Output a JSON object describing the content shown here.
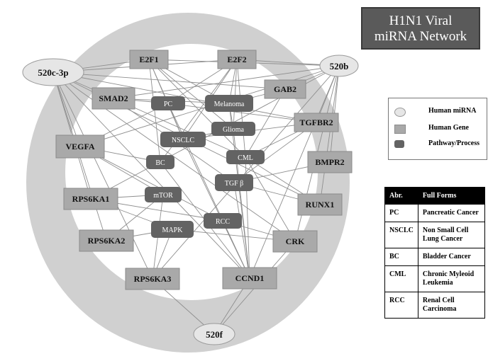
{
  "title": {
    "line1": "H1N1 Viral",
    "line2": "miRNA Network"
  },
  "mirnas": [
    {
      "id": "m1",
      "label": "520c-3p"
    },
    {
      "id": "m2",
      "label": "520b"
    },
    {
      "id": "m3",
      "label": "520f"
    }
  ],
  "genes": [
    {
      "id": "E2F1",
      "label": "E2F1"
    },
    {
      "id": "E2F2",
      "label": "E2F2"
    },
    {
      "id": "SMAD2",
      "label": "SMAD2"
    },
    {
      "id": "GAB2",
      "label": "GAB2"
    },
    {
      "id": "TGFBR2",
      "label": "TGFBR2"
    },
    {
      "id": "VEGFA",
      "label": "VEGFA"
    },
    {
      "id": "BMPR2",
      "label": "BMPR2"
    },
    {
      "id": "RPS6KA1",
      "label": "RPS6KA1"
    },
    {
      "id": "RUNX1",
      "label": "RUNX1"
    },
    {
      "id": "RPS6KA2",
      "label": "RPS6KA2"
    },
    {
      "id": "CRK",
      "label": "CRK"
    },
    {
      "id": "RPS6KA3",
      "label": "RPS6KA3"
    },
    {
      "id": "CCND1",
      "label": "CCND1"
    }
  ],
  "pathways": [
    {
      "id": "PC",
      "label": "PC"
    },
    {
      "id": "Melanoma",
      "label": "Melanoma"
    },
    {
      "id": "Glioma",
      "label": "Glioma"
    },
    {
      "id": "NSCLC",
      "label": "NSCLC"
    },
    {
      "id": "CML",
      "label": "CML"
    },
    {
      "id": "BC",
      "label": "BC"
    },
    {
      "id": "TGFb",
      "label": "TGF β"
    },
    {
      "id": "mTOR",
      "label": "mTOR"
    },
    {
      "id": "RCC",
      "label": "RCC"
    },
    {
      "id": "MAPK",
      "label": "MAPK"
    }
  ],
  "edges": [
    [
      "m1",
      "E2F1"
    ],
    [
      "m1",
      "E2F2"
    ],
    [
      "m1",
      "SMAD2"
    ],
    [
      "m1",
      "VEGFA"
    ],
    [
      "m1",
      "RPS6KA1"
    ],
    [
      "m1",
      "RPS6KA2"
    ],
    [
      "m1",
      "RPS6KA3"
    ],
    [
      "m1",
      "CCND1"
    ],
    [
      "m1",
      "TGFBR2"
    ],
    [
      "m1",
      "GAB2"
    ],
    [
      "m1",
      "CRK"
    ],
    [
      "m1",
      "RUNX1"
    ],
    [
      "m2",
      "E2F2"
    ],
    [
      "m2",
      "E2F1"
    ],
    [
      "m2",
      "GAB2"
    ],
    [
      "m2",
      "TGFBR2"
    ],
    [
      "m2",
      "BMPR2"
    ],
    [
      "m2",
      "RUNX1"
    ],
    [
      "m2",
      "CRK"
    ],
    [
      "m2",
      "CCND1"
    ],
    [
      "m2",
      "SMAD2"
    ],
    [
      "m2",
      "VEGFA"
    ],
    [
      "m2",
      "RPS6KA1"
    ],
    [
      "m2",
      "RPS6KA3"
    ],
    [
      "m3",
      "CCND1"
    ],
    [
      "m3",
      "RPS6KA3"
    ],
    [
      "m3",
      "CRK"
    ],
    [
      "E2F1",
      "PC"
    ],
    [
      "E2F1",
      "NSCLC"
    ],
    [
      "E2F1",
      "Glioma"
    ],
    [
      "E2F1",
      "Melanoma"
    ],
    [
      "E2F1",
      "BC"
    ],
    [
      "E2F1",
      "CML"
    ],
    [
      "E2F2",
      "PC"
    ],
    [
      "E2F2",
      "NSCLC"
    ],
    [
      "E2F2",
      "Glioma"
    ],
    [
      "E2F2",
      "Melanoma"
    ],
    [
      "E2F2",
      "BC"
    ],
    [
      "E2F2",
      "CML"
    ],
    [
      "SMAD2",
      "PC"
    ],
    [
      "SMAD2",
      "TGFb"
    ],
    [
      "SMAD2",
      "CML"
    ],
    [
      "SMAD2",
      "Melanoma"
    ],
    [
      "GAB2",
      "CML"
    ],
    [
      "GAB2",
      "Melanoma"
    ],
    [
      "TGFBR2",
      "PC"
    ],
    [
      "TGFBR2",
      "TGFb"
    ],
    [
      "TGFBR2",
      "CML"
    ],
    [
      "TGFBR2",
      "NSCLC"
    ],
    [
      "VEGFA",
      "PC"
    ],
    [
      "VEGFA",
      "RCC"
    ],
    [
      "VEGFA",
      "mTOR"
    ],
    [
      "VEGFA",
      "BC"
    ],
    [
      "BMPR2",
      "TGFb"
    ],
    [
      "RPS6KA1",
      "mTOR"
    ],
    [
      "RPS6KA1",
      "MAPK"
    ],
    [
      "RPS6KA1",
      "RCC"
    ],
    [
      "RUNX1",
      "CML"
    ],
    [
      "RUNX1",
      "TGFb"
    ],
    [
      "RPS6KA2",
      "mTOR"
    ],
    [
      "RPS6KA2",
      "MAPK"
    ],
    [
      "CRK",
      "RCC"
    ],
    [
      "CRK",
      "CML"
    ],
    [
      "CRK",
      "MAPK"
    ],
    [
      "RPS6KA3",
      "mTOR"
    ],
    [
      "RPS6KA3",
      "MAPK"
    ],
    [
      "CCND1",
      "PC"
    ],
    [
      "CCND1",
      "NSCLC"
    ],
    [
      "CCND1",
      "Glioma"
    ],
    [
      "CCND1",
      "Melanoma"
    ],
    [
      "CCND1",
      "BC"
    ],
    [
      "CCND1",
      "CML"
    ],
    [
      "CCND1",
      "TGFb"
    ],
    [
      "CCND1",
      "RCC"
    ],
    [
      "Melanoma",
      "Glioma"
    ],
    [
      "Glioma",
      "NSCLC"
    ],
    [
      "PC",
      "NSCLC"
    ]
  ],
  "legend": {
    "mirna": "Human miRNA",
    "gene": "Human Gene",
    "pathway": "Pathway/Process"
  },
  "abbr_table": {
    "header": {
      "abbr": "Abr.",
      "full": "Full Forms"
    },
    "rows": [
      {
        "abbr": "PC",
        "full": "Pancreatic Cancer"
      },
      {
        "abbr": "NSCLC",
        "full": "Non Small Cell Lung Cancer"
      },
      {
        "abbr": "BC",
        "full": "Bladder Cancer"
      },
      {
        "abbr": "CML",
        "full": "Chronic Myleoid Leukemia"
      },
      {
        "abbr": "RCC",
        "full": "Renal Cell Carcinoma"
      }
    ]
  },
  "colors": {
    "ring": "#d0d0d0",
    "gene_fill": "#a9a9a9",
    "gene_border": "#8a8a8a",
    "pathway_fill": "#636363",
    "mirna_fill": "#e6e6e6",
    "edge": "#8e8e8e"
  }
}
